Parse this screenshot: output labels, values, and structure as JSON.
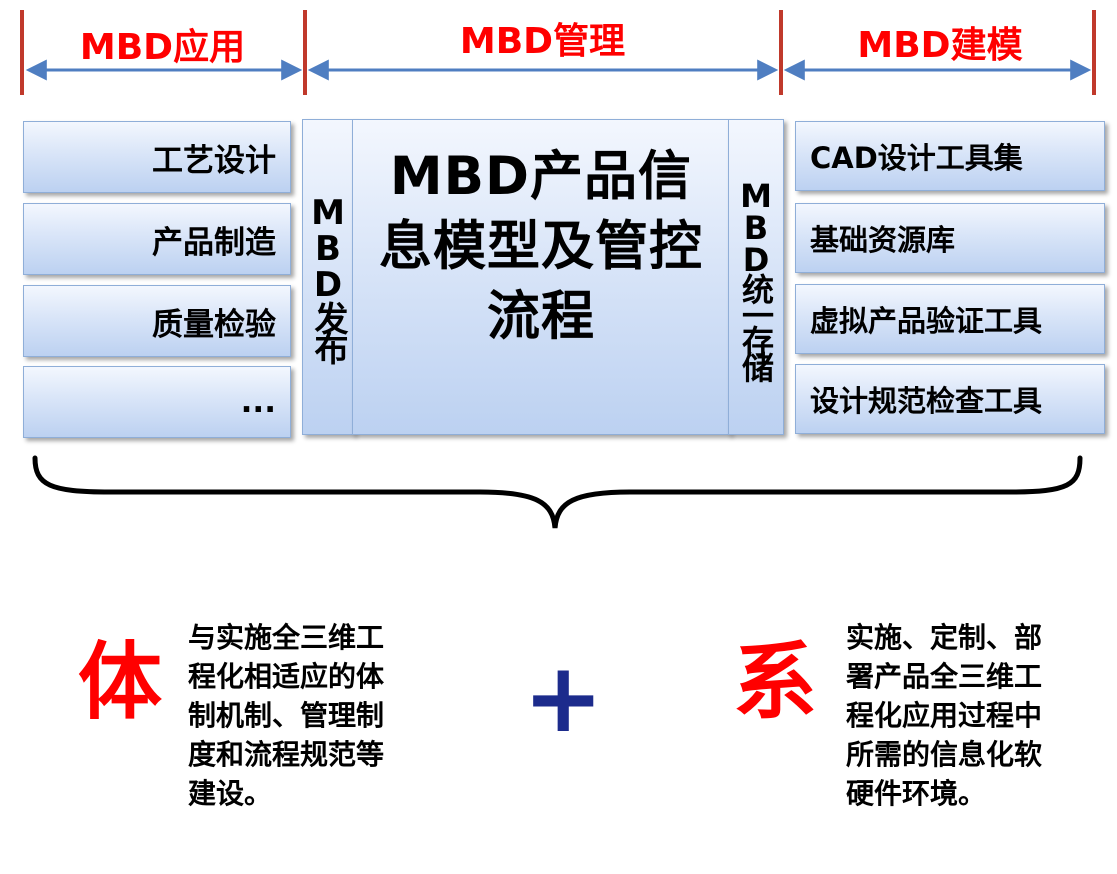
{
  "header": {
    "left": "MBD应用",
    "middle": "MBD管理",
    "right": "MBD建模"
  },
  "left_items": [
    "工艺设计",
    "产品制造",
    "质量检验",
    "..."
  ],
  "mid": {
    "publish": "MBD发布",
    "core": "MBD产品信息模型及管控流程",
    "storage": "MBD统一存储"
  },
  "right_items": [
    "CAD设计工具集",
    "基础资源库",
    "虚拟产品验证工具",
    "设计规范检查工具"
  ],
  "bottom": {
    "char_left": "体",
    "text_left": "与实施全三维工程化相适应的体制机制、管理制度和流程规范等建设。",
    "plus": "+",
    "char_right": "系",
    "text_right": "实施、定制、部署产品全三维工程化应用过程中所需的信息化软硬件环境。"
  },
  "colors": {
    "accent_red": "#ff0000",
    "arrow_blue": "#4f7ec1",
    "plus_navy": "#1c2b8c"
  }
}
